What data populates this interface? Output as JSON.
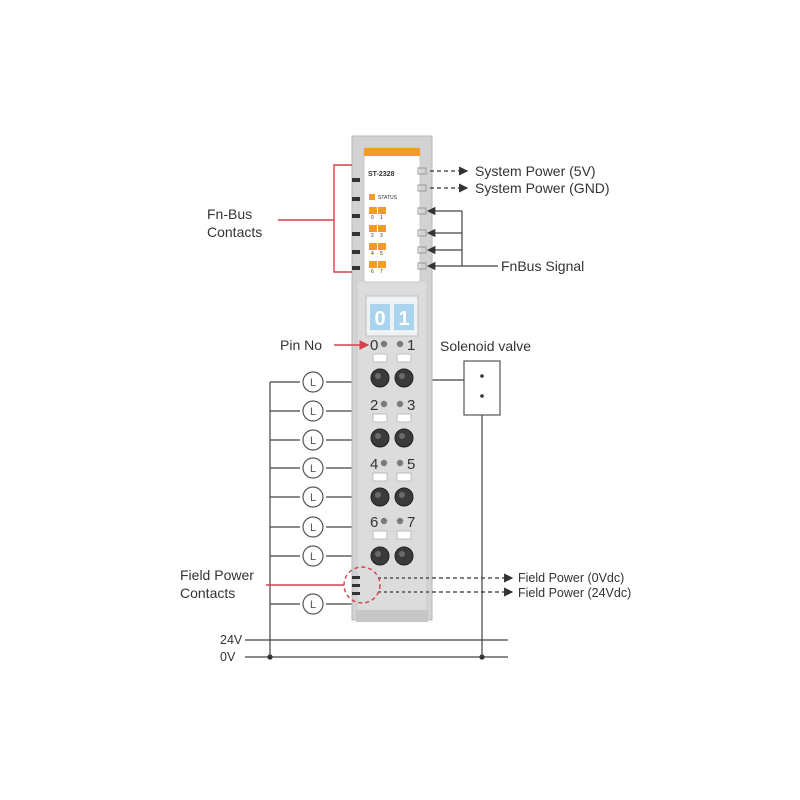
{
  "module": {
    "model": "ST-2328",
    "status_label": "STATUS",
    "led_labels": [
      "0",
      "1",
      "2",
      "3",
      "4",
      "5",
      "6",
      "7"
    ],
    "channel_display": [
      "0",
      "1"
    ]
  },
  "pins": [
    "0",
    "1",
    "2",
    "3",
    "4",
    "5",
    "6",
    "7"
  ],
  "labels": {
    "system_power_5v": "System Power (5V)",
    "system_power_gnd": "System Power (GND)",
    "fnbus_signal": "FnBus Signal",
    "fnbus_contacts_1": "Fn-Bus",
    "fnbus_contacts_2": "Contacts",
    "pin_no": "Pin No",
    "solenoid_valve": "Solenoid valve",
    "field_power_contacts_1": "Field Power",
    "field_power_contacts_2": "Contacts",
    "field_power_0v": "Field Power (0Vdc)",
    "field_power_24v": "Field Power (24Vdc)",
    "rail_24v": "24V",
    "rail_0v": "0V"
  },
  "lamp_symbol": "L",
  "colors": {
    "accent_orange": "#f39b2a",
    "callout_red": "#d6404a",
    "display_blue": "#a9d4ee",
    "module_gray": "#d2d2d2"
  }
}
